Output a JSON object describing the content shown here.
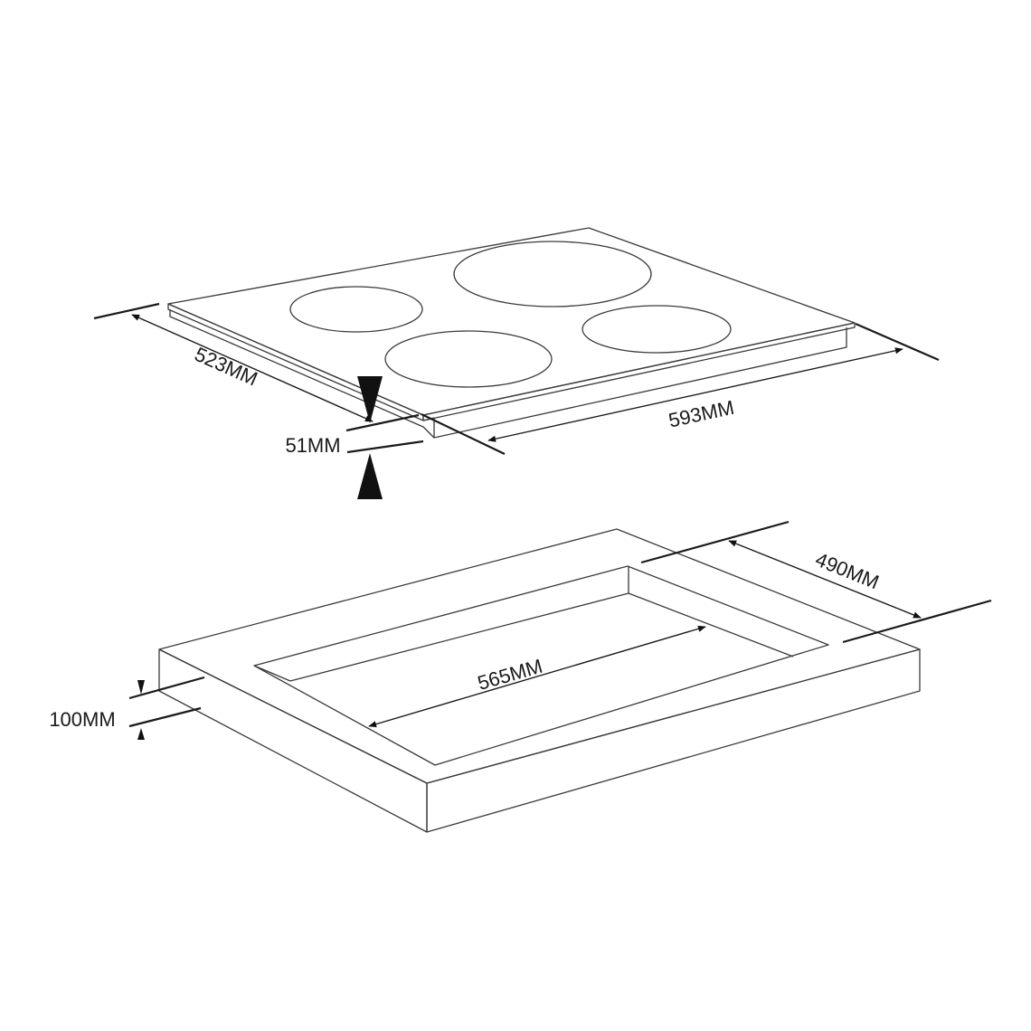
{
  "hob": {
    "depth_label": "523MM",
    "width_label": "593MM",
    "height_label": "51MM",
    "burner_count": 4
  },
  "cutout": {
    "depth_label": "490MM",
    "width_label": "565MM",
    "min_depth_label": "100MM"
  },
  "colors": {
    "line": "#3a3a3a",
    "dimension": "#1a1a1a",
    "background": "#ffffff"
  }
}
